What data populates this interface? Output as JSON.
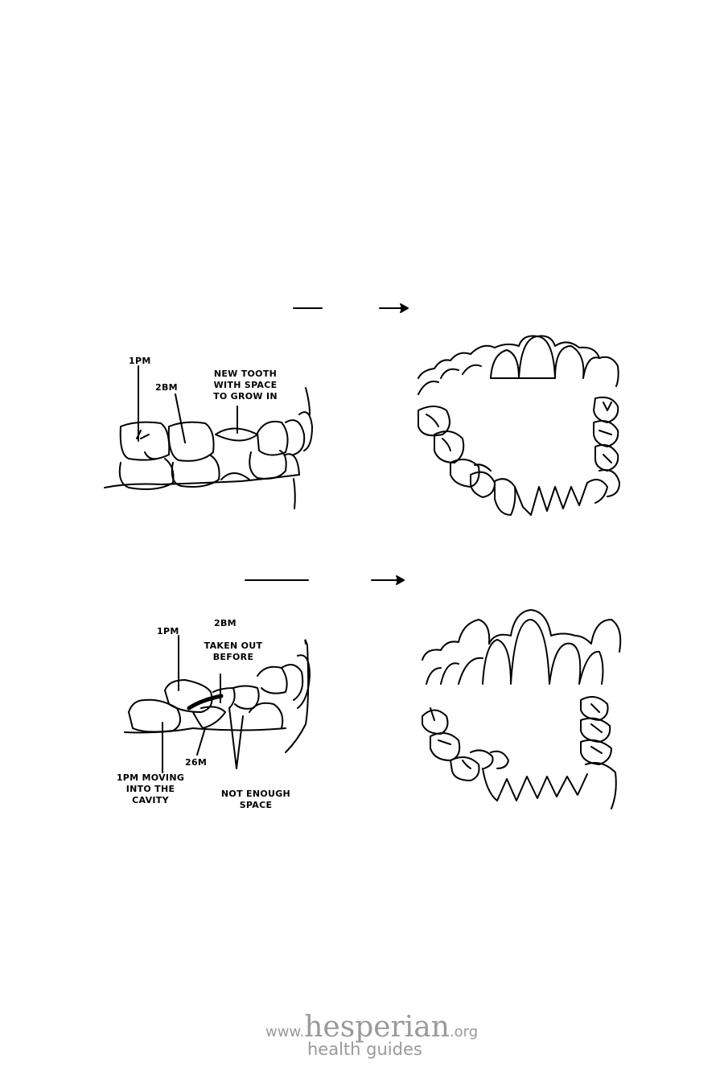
{
  "top_figure": {
    "labels": {
      "first_premolar": "1PM",
      "second_baby_molar": "2BM",
      "new_tooth": "NEW TOOTH WITH SPACE TO GROW IN"
    }
  },
  "bottom_figure": {
    "labels": {
      "first_premolar": "1PM",
      "second_baby_molar": "2BM",
      "taken_out": "TAKEN OUT BEFORE",
      "second_baby_molar_lower": "26M",
      "moving": "1PM MOVING INTO THE CAVITY",
      "not_enough": "NOT ENOUGH SPACE"
    }
  },
  "footer": {
    "www": "www.",
    "brand": "hesperian",
    "org": ".org",
    "sub": "health guides"
  }
}
